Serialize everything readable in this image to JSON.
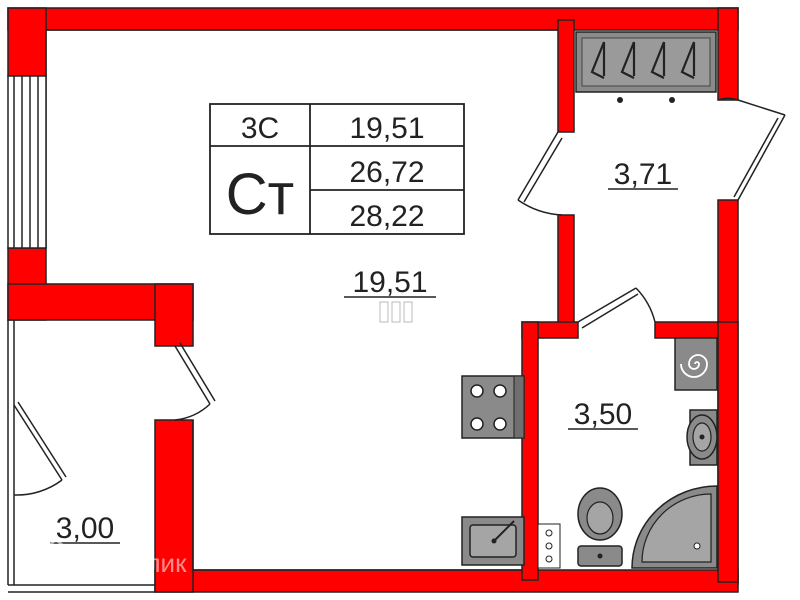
{
  "colors": {
    "wall": "#ff0000",
    "line": "#222222",
    "fixture_fill": "#8a8a8a",
    "fixture_dark": "#5c5c5c"
  },
  "summary_table": {
    "rooms_code": "3С",
    "type_code": "Ст",
    "living_area": "19,51",
    "total_area": "26,72",
    "total_with_balcony": "28,22"
  },
  "rooms": {
    "main_room_area": "19,51",
    "hall_area": "3,71",
    "bathroom_area": "3,50",
    "balcony_area": "3,00"
  },
  "fixtures": {
    "wardrobe": "hanger-icon",
    "stove": "stove-icon",
    "kitchen_sink": "sink-icon",
    "boiler": "boiler-icon",
    "washbasin": "washbasin-icon",
    "toilet": "toilet-icon",
    "shower": "shower-icon"
  },
  "watermark": {
    "text": "ДомКлик"
  }
}
